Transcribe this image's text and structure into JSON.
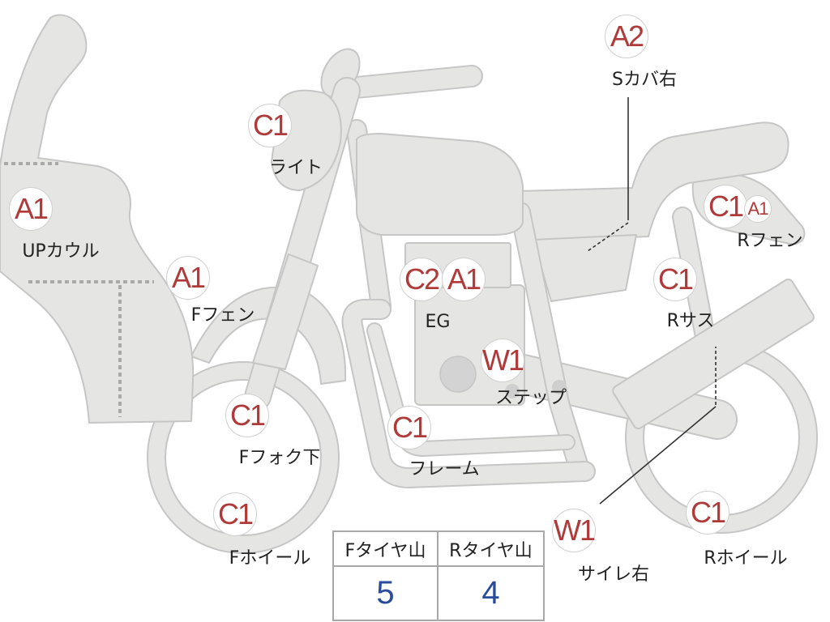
{
  "parts": [
    {
      "label": "Sカバ右",
      "codes": [
        "A2"
      ]
    },
    {
      "label": "ライト",
      "codes": [
        "C1"
      ]
    },
    {
      "label": "UPカウル",
      "codes": [
        "A1"
      ]
    },
    {
      "label": "Fフェン",
      "codes": [
        "A1"
      ]
    },
    {
      "label": "EG",
      "codes": [
        "C2",
        "A1"
      ]
    },
    {
      "label": "ステップ",
      "codes": [
        "W1"
      ]
    },
    {
      "label": "Fフォク下",
      "codes": [
        "C1"
      ]
    },
    {
      "label": "フレーム",
      "codes": [
        "C1"
      ]
    },
    {
      "label": "Fホイール",
      "codes": [
        "C1"
      ]
    },
    {
      "label": "サイレ右",
      "codes": [
        "W1"
      ]
    },
    {
      "label": "Rホイール",
      "codes": [
        "C1"
      ]
    },
    {
      "label": "Rフェン",
      "codes": [
        "C1",
        "A1"
      ]
    },
    {
      "label": "Rサス",
      "codes": [
        "C1"
      ]
    }
  ],
  "tire_table": {
    "headers": [
      "Fタイヤ山",
      "Rタイヤ山"
    ],
    "values": [
      "5",
      "4"
    ]
  },
  "colors": {
    "code_text": "#b03a3a",
    "body_fill": "#e5e5e3",
    "body_outline": "#c6c6c6",
    "table_value": "#2b4c9c"
  }
}
